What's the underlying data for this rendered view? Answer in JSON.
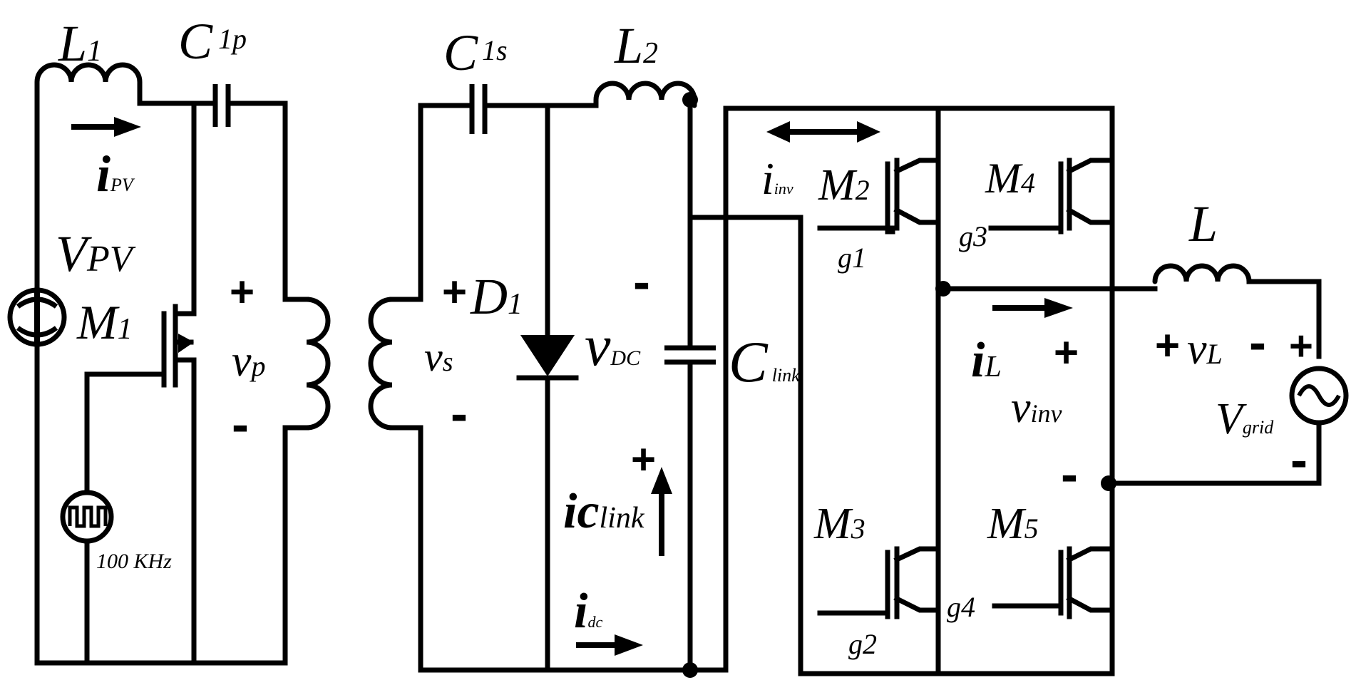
{
  "labels": {
    "L1_main": "L",
    "L1_sub": "1",
    "C1p_main": "C",
    "C1p_sub": "1p",
    "C1s_main": "C",
    "C1s_sub": "1s",
    "L2_main": "L",
    "L2_sub": "2",
    "iPV_main": "i",
    "iPV_sub": "PV",
    "VPV_main": "V",
    "VPV_sub": "PV",
    "M1_main": "M",
    "M1_sub": "1",
    "vp_main": "v",
    "vp_sub": "p",
    "vs_main": "v",
    "vs_sub": "s",
    "D1_main": "D",
    "D1_sub": "1",
    "vDC_main": "v",
    "vDC_sub": "DC",
    "Clink_main": "C",
    "Clink_sub": "link",
    "iClink_main": "ic",
    "iClink_sub": "link",
    "idc_main": "i",
    "idc_sub": "dc",
    "iinv_main": "i",
    "iinv_sub": "inv",
    "M2_main": "M",
    "M2_sub": "2",
    "M3_main": "M",
    "M3_sub": "3",
    "M4_main": "M",
    "M4_sub": "4",
    "M5_main": "M",
    "M5_sub": "5",
    "g1": "g1",
    "g2": "g2",
    "g3": "g3",
    "g4": "g4",
    "L_grid": "L",
    "iL_main": "i",
    "iL_sub": "L",
    "vinv_main": "v",
    "vinv_sub": "inv",
    "vL_main": "v",
    "vL_sub": "L",
    "Vgrid_main": "V",
    "Vgrid_sub": "grid",
    "freq": "100 KHz",
    "plus": "+",
    "minus": "-"
  }
}
